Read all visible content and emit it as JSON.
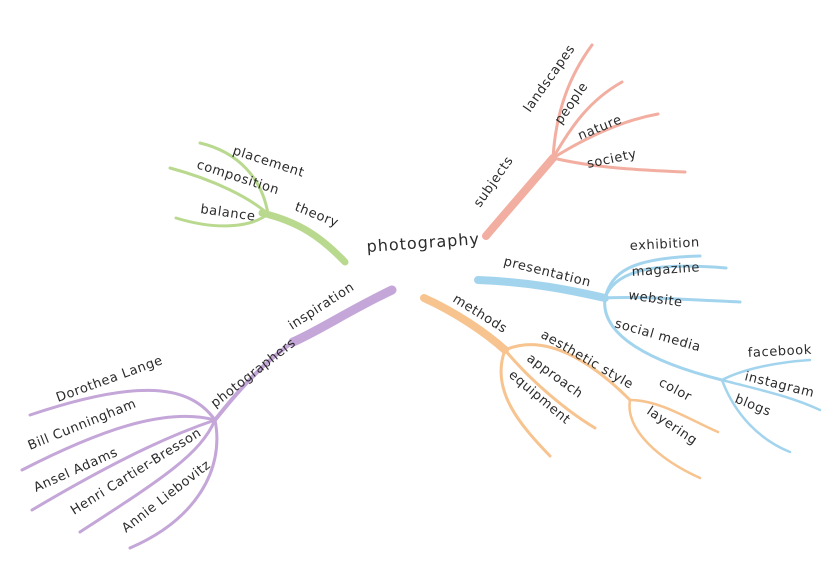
{
  "colors": {
    "theory": "#b9d98e",
    "subjects": "#f2aea0",
    "presentation": "#a3d4ee",
    "methods": "#f7c38e",
    "inspiration": "#c4a6d8"
  },
  "center": "photography",
  "theory": {
    "label": "theory",
    "children": [
      "placement",
      "composition",
      "balance"
    ]
  },
  "subjects": {
    "label": "subjects",
    "children": [
      "landscapes",
      "people",
      "nature",
      "society"
    ]
  },
  "presentation": {
    "label": "presentation",
    "children": [
      "exhibition",
      "magazine",
      "website",
      "social media"
    ],
    "social_children": [
      "facebook",
      "instagram",
      "blogs"
    ]
  },
  "methods": {
    "label": "methods",
    "children": [
      "aesthetic style",
      "approach",
      "equipment"
    ],
    "style_children": [
      "color",
      "layering"
    ]
  },
  "inspiration": {
    "label": "inspiration",
    "sub_label": "photographers",
    "children": [
      "Dorothea Lange",
      "Bill Cunningham",
      "Ansel Adams",
      "Henri Cartier-Bresson",
      "Annie Liebovitz"
    ]
  }
}
